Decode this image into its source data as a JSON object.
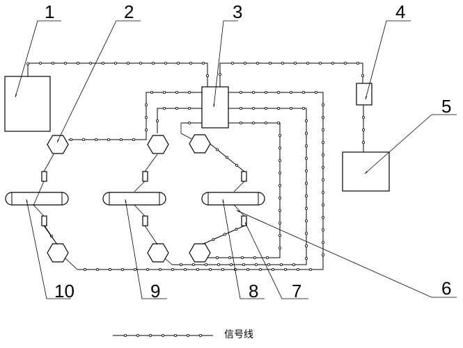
{
  "diagram": {
    "stroke_color": "#000000",
    "background": "#ffffff",
    "callouts": [
      {
        "id": "1",
        "label": "1"
      },
      {
        "id": "2",
        "label": "2"
      },
      {
        "id": "3",
        "label": "3"
      },
      {
        "id": "4",
        "label": "4"
      },
      {
        "id": "5",
        "label": "5"
      },
      {
        "id": "6",
        "label": "6"
      },
      {
        "id": "7",
        "label": "7"
      },
      {
        "id": "8",
        "label": "8"
      },
      {
        "id": "9",
        "label": "9"
      },
      {
        "id": "10",
        "label": "10"
      }
    ],
    "components": {
      "box_1": "component-1",
      "controller_3": "component-3",
      "module_4": "component-4",
      "box_5": "component-5",
      "vessels": [
        "vessel-10",
        "vessel-9",
        "vessel-8"
      ],
      "hex_units": [
        "hex-upper-left",
        "hex-upper-mid",
        "hex-upper-right",
        "hex-lower-left",
        "hex-lower-mid",
        "hex-lower-right"
      ]
    },
    "legend": {
      "line_type": "signal-line",
      "label": "信号线"
    }
  }
}
